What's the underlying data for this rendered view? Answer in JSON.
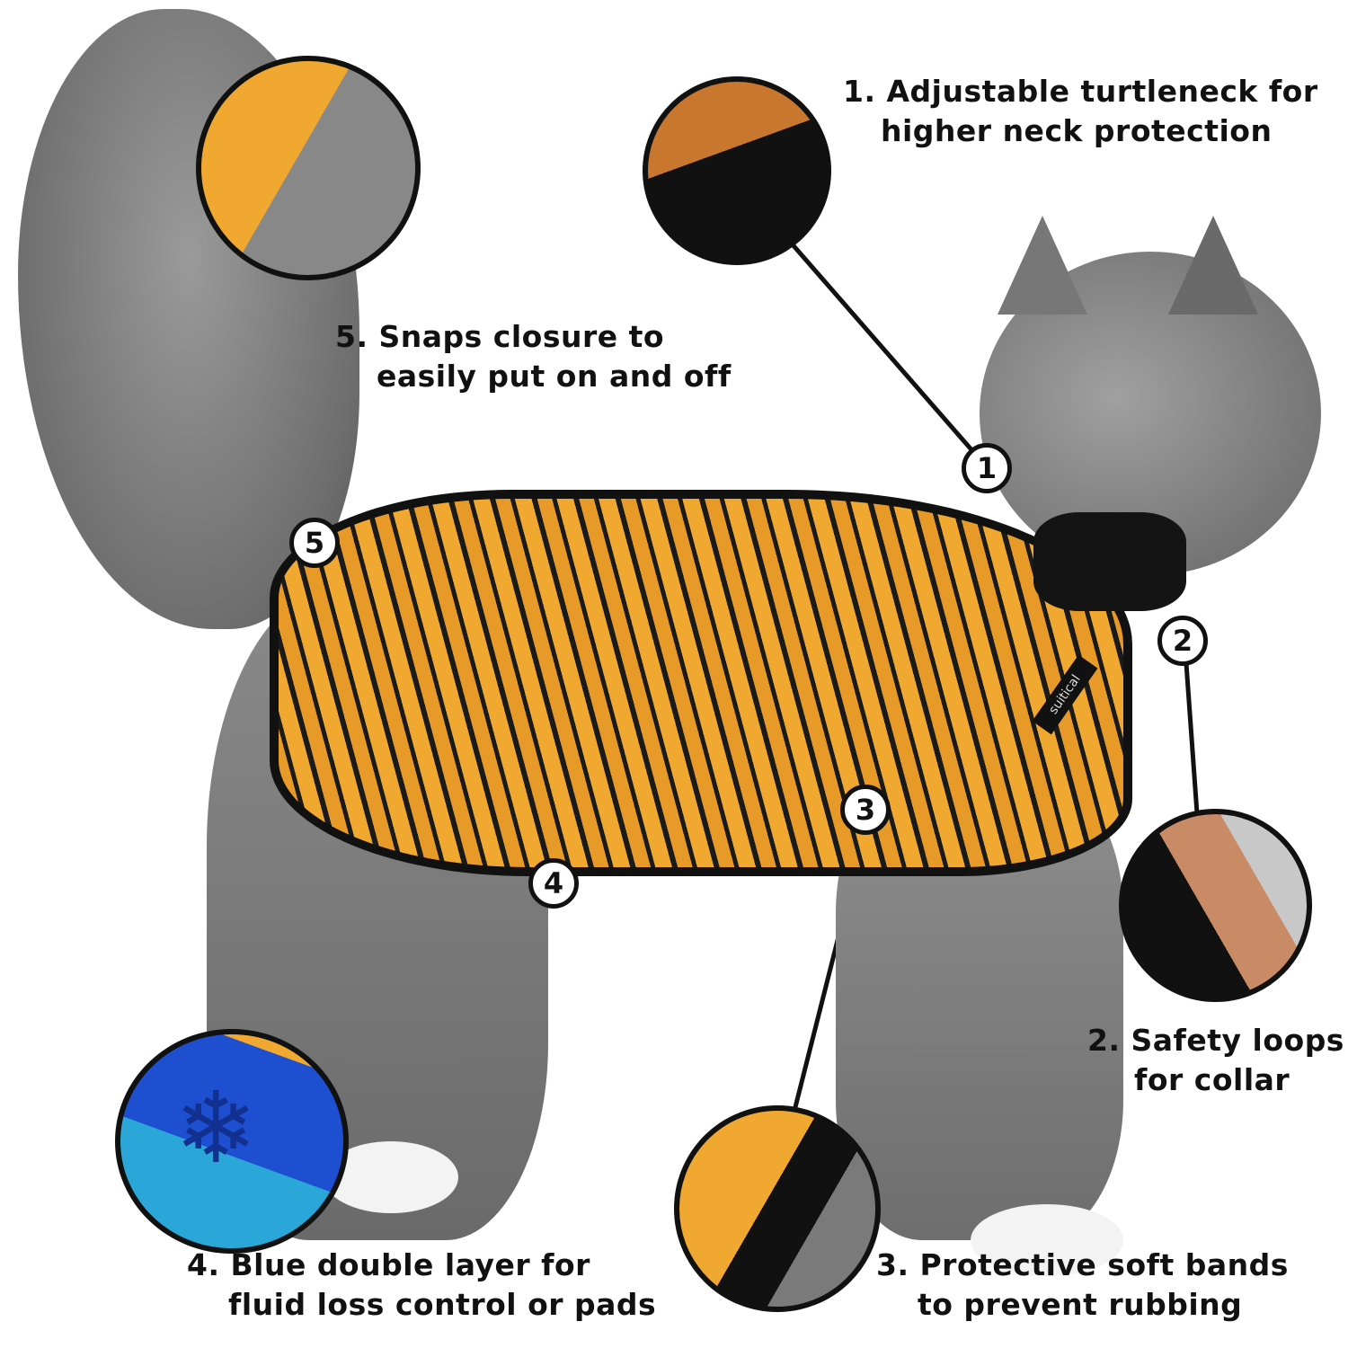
{
  "product": {
    "brand_label": "suitical"
  },
  "callouts": [
    {
      "number": "1",
      "line1": "1. Adjustable turtleneck for",
      "line2": "higher neck protection"
    },
    {
      "number": "2",
      "line1": "2. Safety loops",
      "line2": "for collar"
    },
    {
      "number": "3",
      "line1": "3. Protective soft bands",
      "line2": "to prevent rubbing"
    },
    {
      "number": "4",
      "line1": "4. Blue double layer for",
      "line2": "fluid loss control or pads"
    },
    {
      "number": "5",
      "line1": "5. Snaps closure to",
      "line2": "easily put on and off"
    }
  ],
  "colors": {
    "tiger_orange": "#F0A830",
    "stripe": "#1a1a1a",
    "fur_gray": "#8a8a8a",
    "blue_layer": "#2aa6d8",
    "gel_blue": "#1e4fd0",
    "leather": "#c98a66"
  }
}
